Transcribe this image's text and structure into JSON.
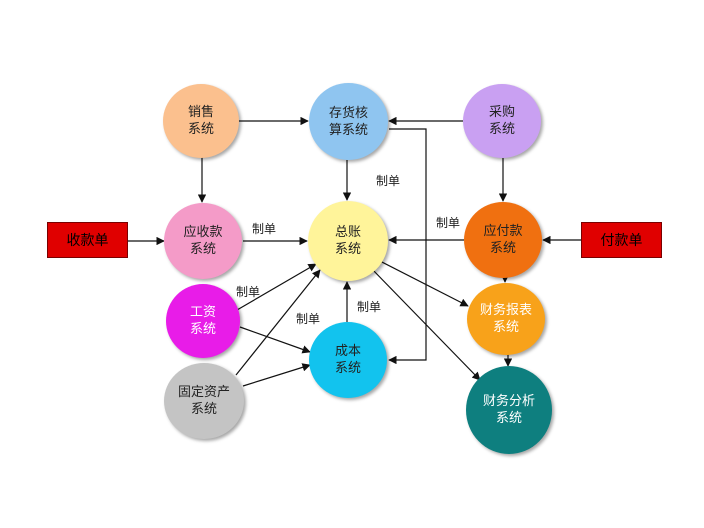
{
  "nodes": {
    "sales": {
      "lines": [
        "销售",
        "系统"
      ],
      "color": "#FBC08E",
      "text_color": "#222222"
    },
    "inventory": {
      "lines": [
        "存货核",
        "算系统"
      ],
      "color": "#8FC5F0",
      "text_color": "#222222"
    },
    "purchase": {
      "lines": [
        "采购",
        "系统"
      ],
      "color": "#C9A0F2",
      "text_color": "#222222"
    },
    "receivable": {
      "lines": [
        "应收款",
        "系统"
      ],
      "color": "#F49BC8",
      "text_color": "#222222"
    },
    "ledger": {
      "lines": [
        "总账",
        "系统"
      ],
      "color": "#FFF49A",
      "text_color": "#222222"
    },
    "payable": {
      "lines": [
        "应付款",
        "系统"
      ],
      "color": "#F07010",
      "text_color": "#222222"
    },
    "payroll": {
      "lines": [
        "工资",
        "系统"
      ],
      "color": "#E81CE8",
      "text_color": "#ffffff"
    },
    "report": {
      "lines": [
        "财务报表",
        "系统"
      ],
      "color": "#F8A21A",
      "text_color": "#ffffff"
    },
    "cost": {
      "lines": [
        "成本",
        "系统"
      ],
      "color": "#12C3EE",
      "text_color": "#222222"
    },
    "fixed_assets": {
      "lines": [
        "固定资产",
        "系统"
      ],
      "color": "#C4C4C4",
      "text_color": "#222222"
    },
    "analysis": {
      "lines": [
        "财务分析",
        "系统"
      ],
      "color": "#0E7F7F",
      "text_color": "#ffffff"
    }
  },
  "documents": {
    "receipt": {
      "label": "收款单",
      "color": "#E00000"
    },
    "payment": {
      "label": "付款单",
      "color": "#E00000"
    }
  },
  "edge_labels": {
    "inventory_to_ledger": "制单",
    "receivable_to_ledger": "制单",
    "payable_to_ledger": "制单",
    "payroll_to_ledger": "制单",
    "fixed_assets_to_ledger": "制单",
    "cost_to_ledger": "制单"
  }
}
